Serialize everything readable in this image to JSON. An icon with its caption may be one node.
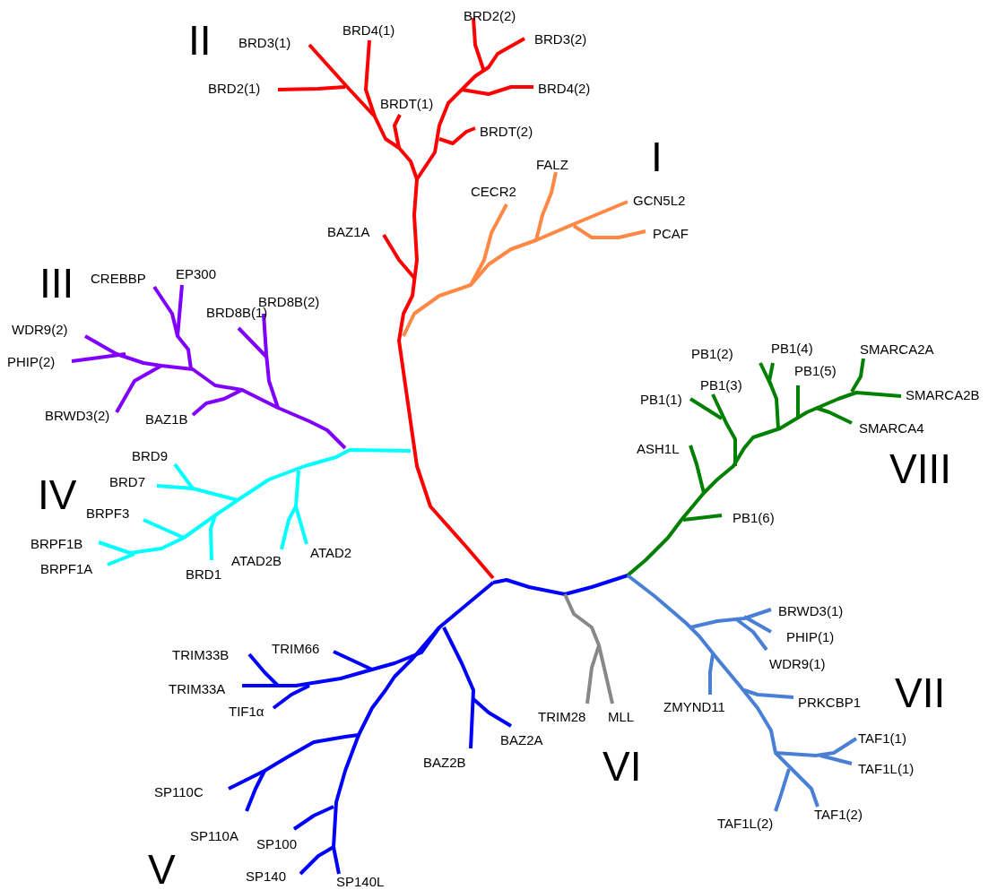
{
  "diagram": {
    "labels": [
      "II",
      "BRD3(1)",
      "BRD4(1)",
      "BRD2(2)",
      "BRD3(2)",
      "BRD2(1)",
      "BRD4(2)",
      "BRDT(1)",
      "BRDT(2)",
      "I",
      "FALZ",
      "CECR2",
      "GCN5L2",
      "BAZ1A",
      "PCAF",
      "III",
      "CREBBP",
      "EP300",
      "BRD8B(2)",
      "BRD8B(1)",
      "WDR9(2)",
      "PHIP(2)",
      "SMARCA2A",
      "PB1(2)",
      "PB1(4)",
      "PB1(5)",
      "PB1(1)",
      "PB1(3)",
      "SMARCA2B",
      "SMARCA4",
      "BRWD3(2)",
      "BAZ1B",
      "ASH1L",
      "VIII",
      "BRD9",
      "BRD7",
      "IV",
      "PB1(6)",
      "BRPF3",
      "BRPF1B",
      "BRPF1A",
      "BRD1",
      "ATAD2B",
      "ATAD2",
      "BRWD3(1)",
      "PHIP(1)",
      "TRIM33B",
      "TRIM66",
      "WDR9(1)",
      "TRIM33A",
      "VII",
      "ZMYND11",
      "PRKCBP1",
      "TIF1α",
      "TRIM28",
      "MLL",
      "BAZ2A",
      "TAF1(1)",
      "BAZ2B",
      "VI",
      "TAF1L(1)",
      "SP110C",
      "TAF1L(2)",
      "TAF1(2)",
      "SP110A",
      "SP100",
      "SP140",
      "V",
      "SP140L"
    ]
  }
}
